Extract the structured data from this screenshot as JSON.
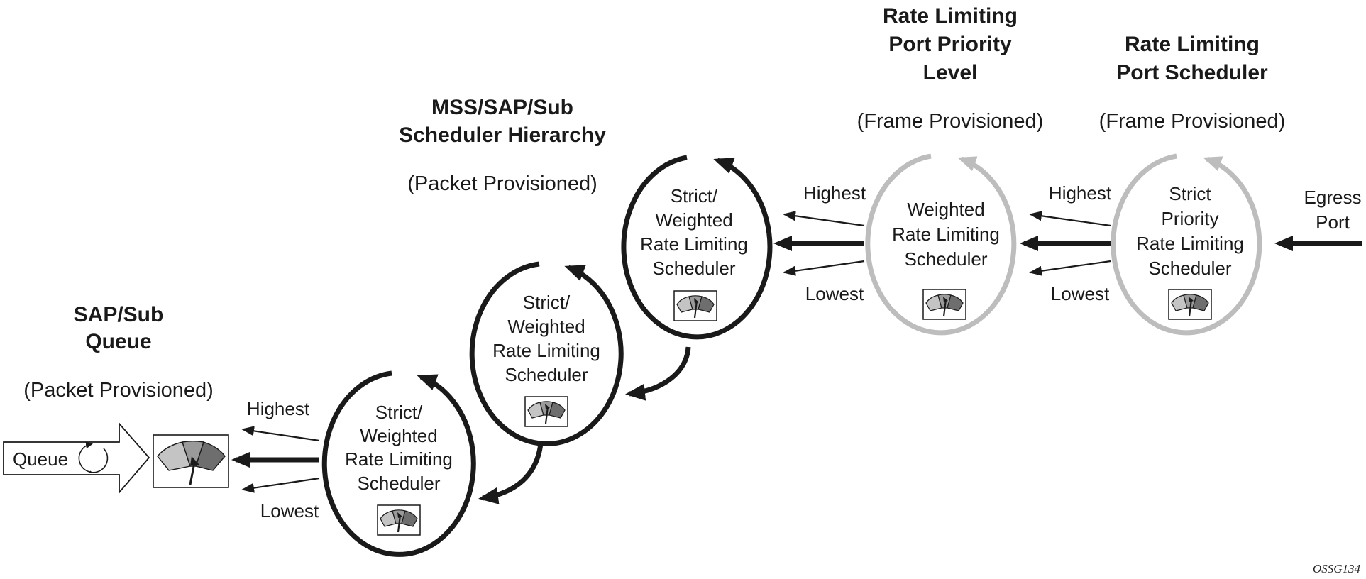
{
  "groups": {
    "sap_queue": {
      "title1": "SAP/Sub",
      "title2": "Queue",
      "subtitle": "(Packet Provisioned)"
    },
    "mss": {
      "title1": "MSS/SAP/Sub",
      "title2": "Scheduler Hierarchy",
      "subtitle": "(Packet Provisioned)"
    },
    "port_priority": {
      "title1": "Rate Limiting",
      "title2": "Port Priority",
      "title3": "Level",
      "subtitle": "(Frame Provisioned)"
    },
    "port_scheduler": {
      "title1": "Rate Limiting",
      "title2": "Port Scheduler",
      "subtitle": "(Frame Provisioned)"
    }
  },
  "queue": {
    "label": "Queue"
  },
  "schedulers": {
    "s1": {
      "l1": "Strict/",
      "l2": "Weighted",
      "l3": "Rate Limiting",
      "l4": "Scheduler"
    },
    "s2": {
      "l1": "Strict/",
      "l2": "Weighted",
      "l3": "Rate Limiting",
      "l4": "Scheduler"
    },
    "s3": {
      "l1": "Strict/",
      "l2": "Weighted",
      "l3": "Rate Limiting",
      "l4": "Scheduler"
    },
    "s4": {
      "l1": "Weighted",
      "l2": "Rate Limiting",
      "l3": "Scheduler"
    },
    "s5": {
      "l1": "Strict",
      "l2": "Priority",
      "l3": "Rate Limiting",
      "l4": "Scheduler"
    }
  },
  "priority_labels": {
    "highest": "Highest",
    "lowest": "Lowest"
  },
  "egress": {
    "l1": "Egress",
    "l2": "Port"
  },
  "figure_tag": "OSSG134",
  "colors": {
    "dark_ring": "#1a1a1a",
    "light_ring": "#bdbdbd",
    "gauge_light": "#c4c4c4",
    "gauge_mid": "#9a9a9a",
    "gauge_dark": "#6e6e6e"
  }
}
